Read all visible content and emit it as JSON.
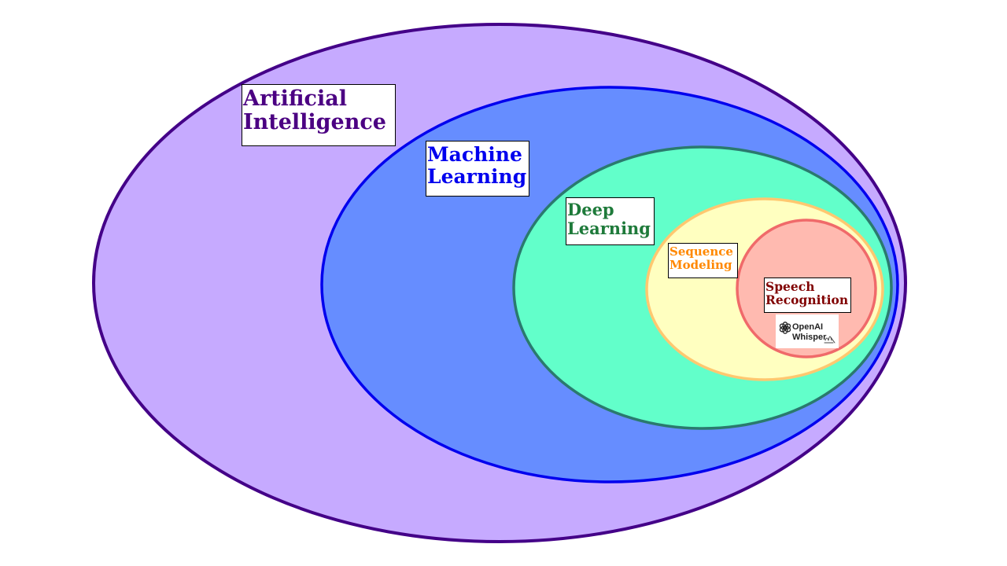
{
  "diagram": {
    "title": "",
    "sets": [
      {
        "id": "ai",
        "lines": [
          "Artificial",
          "Intelligence"
        ],
        "fill": "#c6aaff",
        "stroke": "#440088",
        "text_color": "#4b0082"
      },
      {
        "id": "ml",
        "lines": [
          "Machine",
          "Learning"
        ],
        "fill": "#668dff",
        "stroke": "#0000ee",
        "text_color": "#0000ee"
      },
      {
        "id": "dl",
        "lines": [
          "Deep",
          "Learning"
        ],
        "fill": "#62ffca",
        "stroke": "#2a7a6e",
        "text_color": "#1e7a3a"
      },
      {
        "id": "sm",
        "lines": [
          "Sequence",
          "Modeling"
        ],
        "fill": "#ffffc0",
        "stroke": "#ffc870",
        "text_color": "#ff8800"
      },
      {
        "id": "sr",
        "lines": [
          "Speech",
          "Recognition"
        ],
        "fill": "#ffbab0",
        "stroke": "#f06a6a",
        "text_color": "#800000"
      }
    ],
    "example_logo": {
      "brand_line": "OpenAI",
      "product_line": "Whisper",
      "icon": "openai-knot-icon"
    }
  }
}
